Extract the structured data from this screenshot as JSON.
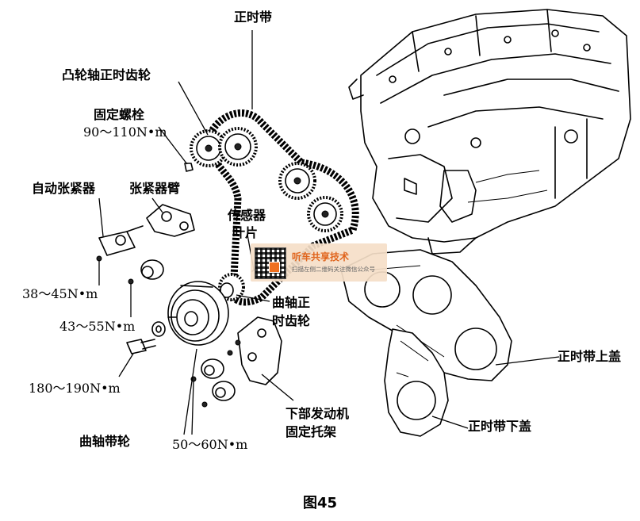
{
  "labels": {
    "timing_belt": "正时带",
    "camshaft_timing_gear": "凸轮轴正时齿轮",
    "fixing_bolt": "固定螺栓",
    "torque_bolt": "90～110N•m",
    "auto_tensioner": "自动张紧器",
    "tensioner_arm": "张紧器臂",
    "sensor_blade_line1": "传感器",
    "sensor_blade_line2": "叶片",
    "torque_38_45": "38～45N•m",
    "torque_43_55": "43～55N•m",
    "crank_gear_line1": "曲轴正",
    "crank_gear_line2": "时齿轮",
    "torque_180_190": "180～190N•m",
    "crank_pulley": "曲轴带轮",
    "torque_50_60": "50～60N•m",
    "lower_mount_line1": "下部发动机",
    "lower_mount_line2": "固定托架",
    "upper_cover": "正时带上盖",
    "lower_cover": "正时带下盖"
  },
  "caption": "图45",
  "watermark": {
    "title": "听车共享技术",
    "subtitle": "扫描左侧二维码关注微信公众号"
  }
}
